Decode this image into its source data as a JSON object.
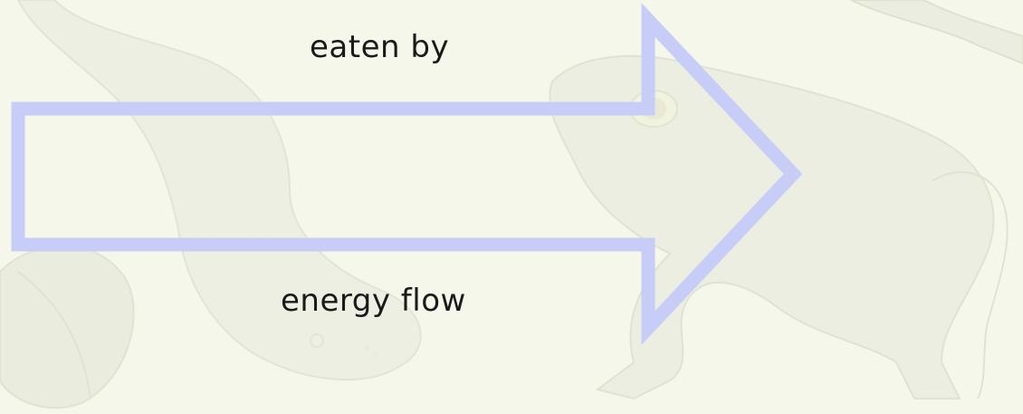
{
  "diagram": {
    "top_label": "eaten by",
    "bottom_label": "energy flow",
    "arrow_color": "#c7cdf7",
    "background_color": "#f4f7ea",
    "background_art": [
      "salamander-illustration",
      "frog-illustration",
      "leaf-illustration",
      "branch-illustration"
    ]
  }
}
